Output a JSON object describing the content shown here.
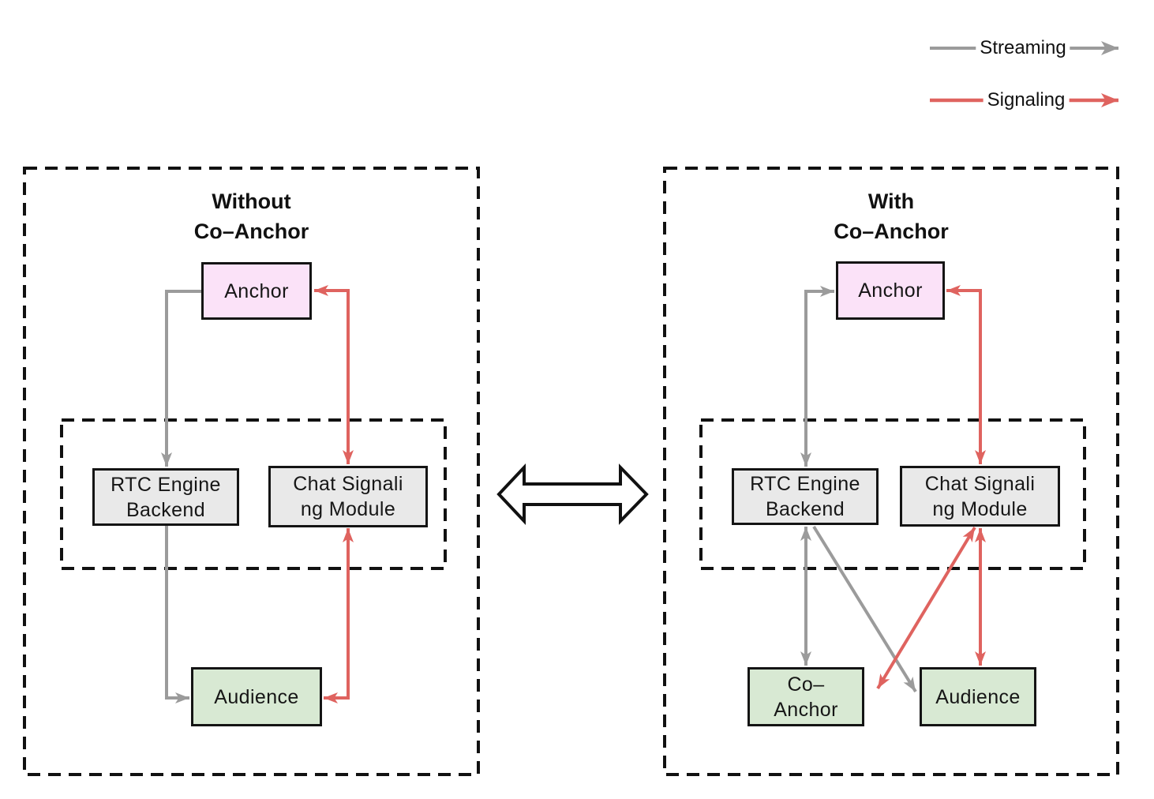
{
  "legend": {
    "streaming_label": "Streaming",
    "signaling_label": "Signaling"
  },
  "colors": {
    "streaming_arrow": "#9b9b9b",
    "signaling_arrow": "#df635f",
    "anchor_box_fill": "#fbe2f8",
    "backend_box_fill": "#e9e9e9",
    "client_box_fill": "#d8e9d3",
    "box_border": "#141414"
  },
  "panels": {
    "without": {
      "title_line1": "Without",
      "title_line2": "Co–Anchor",
      "nodes": {
        "anchor": {
          "line1": "Anchor"
        },
        "rtc": {
          "line1": "RTC Engine",
          "line2": "Backend"
        },
        "chat": {
          "line1": "Chat Signali",
          "line2": "ng Module"
        },
        "audience": {
          "line1": "Audience"
        }
      }
    },
    "with": {
      "title_line1": "With",
      "title_line2": "Co–Anchor",
      "nodes": {
        "anchor": {
          "line1": "Anchor"
        },
        "rtc": {
          "line1": "RTC Engine",
          "line2": "Backend"
        },
        "chat": {
          "line1": "Chat Signali",
          "line2": "ng Module"
        },
        "co_anchor": {
          "line1": "Co–",
          "line2": "Anchor"
        },
        "audience": {
          "line1": "Audience"
        }
      }
    }
  },
  "connections": {
    "without": [
      {
        "from": "Anchor",
        "to": "RTC Engine Backend",
        "type": "streaming",
        "bidirectional": false
      },
      {
        "from": "RTC Engine Backend",
        "to": "Audience",
        "type": "streaming",
        "bidirectional": false
      },
      {
        "from": "Anchor",
        "to": "Chat Signaling Module",
        "type": "signaling",
        "bidirectional": true
      },
      {
        "from": "Chat Signaling Module",
        "to": "Audience",
        "type": "signaling",
        "bidirectional": true
      }
    ],
    "with": [
      {
        "from": "Anchor",
        "to": "RTC Engine Backend",
        "type": "streaming",
        "bidirectional": true
      },
      {
        "from": "RTC Engine Backend",
        "to": "Co-Anchor",
        "type": "streaming",
        "bidirectional": true
      },
      {
        "from": "RTC Engine Backend",
        "to": "Audience",
        "type": "streaming",
        "bidirectional": false
      },
      {
        "from": "Anchor",
        "to": "Chat Signaling Module",
        "type": "signaling",
        "bidirectional": true
      },
      {
        "from": "Chat Signaling Module",
        "to": "Co-Anchor",
        "type": "signaling",
        "bidirectional": true
      },
      {
        "from": "Chat Signaling Module",
        "to": "Audience",
        "type": "signaling",
        "bidirectional": true
      }
    ]
  }
}
